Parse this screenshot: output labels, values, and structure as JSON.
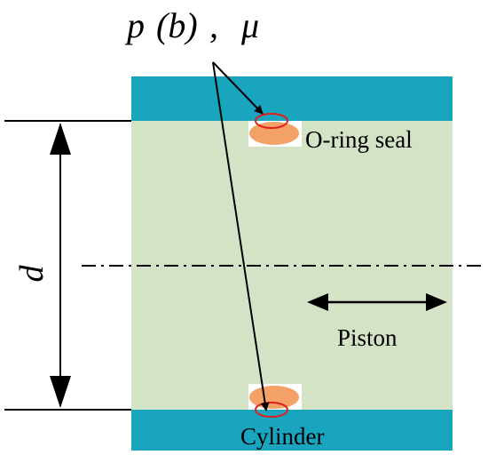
{
  "labels": {
    "title_p": "p",
    "title_b": "(b)",
    "title_comma": ",",
    "title_mu": "μ",
    "oring": "O-ring seal",
    "cylinder": "Cylinder",
    "piston": "Piston",
    "diameter": "d"
  },
  "colors": {
    "cylinder_wall": "#1aa5bf",
    "piston_body": "#d4e3c6",
    "seal_fill": "#f3a166",
    "seal_outline": "#e0201c",
    "line": "#000000"
  }
}
